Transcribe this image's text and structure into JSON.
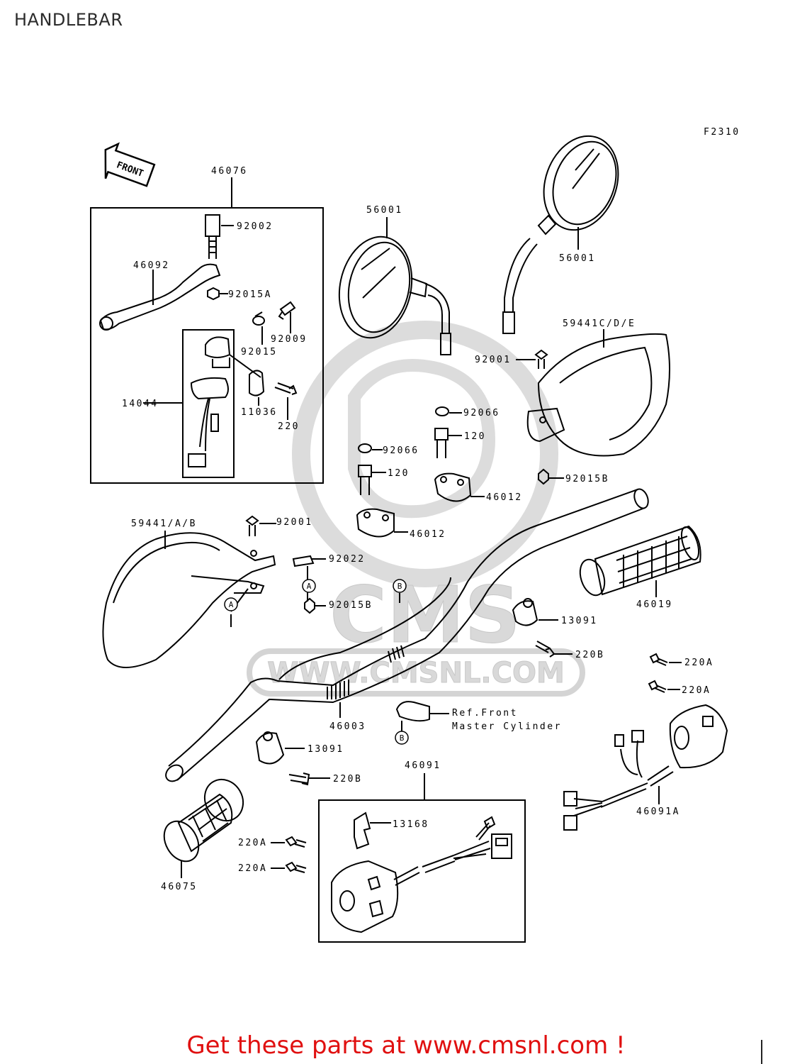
{
  "title": "HANDLEBAR",
  "figure_code": "F2310",
  "front_marker": "FRONT",
  "watermark": {
    "brand": "CMS",
    "url": "WWW.CMSNL.COM"
  },
  "labels": {
    "p46076": "46076",
    "p92002": "92002",
    "p46092": "46092",
    "p92015A": "92015A",
    "p92009": "92009",
    "p92015": "92015",
    "p14044": "14044",
    "p11036": "11036",
    "p220": "220",
    "p56001_left": "56001",
    "p56001_right": "56001",
    "p59441CDE": "59441C/D/E",
    "p92001_right": "92001",
    "p92066_a": "92066",
    "p120_a": "120",
    "p92066_b": "92066",
    "p120_b": "120",
    "p92015B_right": "92015B",
    "p46012_a": "46012",
    "p46012_b": "46012",
    "p59441AB": "59441/A/B",
    "p92001_left": "92001",
    "p92022": "92022",
    "p92015B_mid": "92015B",
    "p46019": "46019",
    "p13091_right": "13091",
    "p220B_right": "220B",
    "p220A_r1": "220A",
    "p220A_r2": "220A",
    "ref_line1": "Ref.Front",
    "ref_line2": "Master  Cylinder",
    "p46003": "46003",
    "p13091_left": "13091",
    "p220B_left": "220B",
    "p46091": "46091",
    "p13168": "13168",
    "p46091A": "46091A",
    "p220A_l1": "220A",
    "p220A_l2": "220A",
    "p46075": "46075"
  },
  "callouts": {
    "a": "A",
    "b": "B"
  },
  "footer": "Get these parts at www.cmsnl.com !"
}
